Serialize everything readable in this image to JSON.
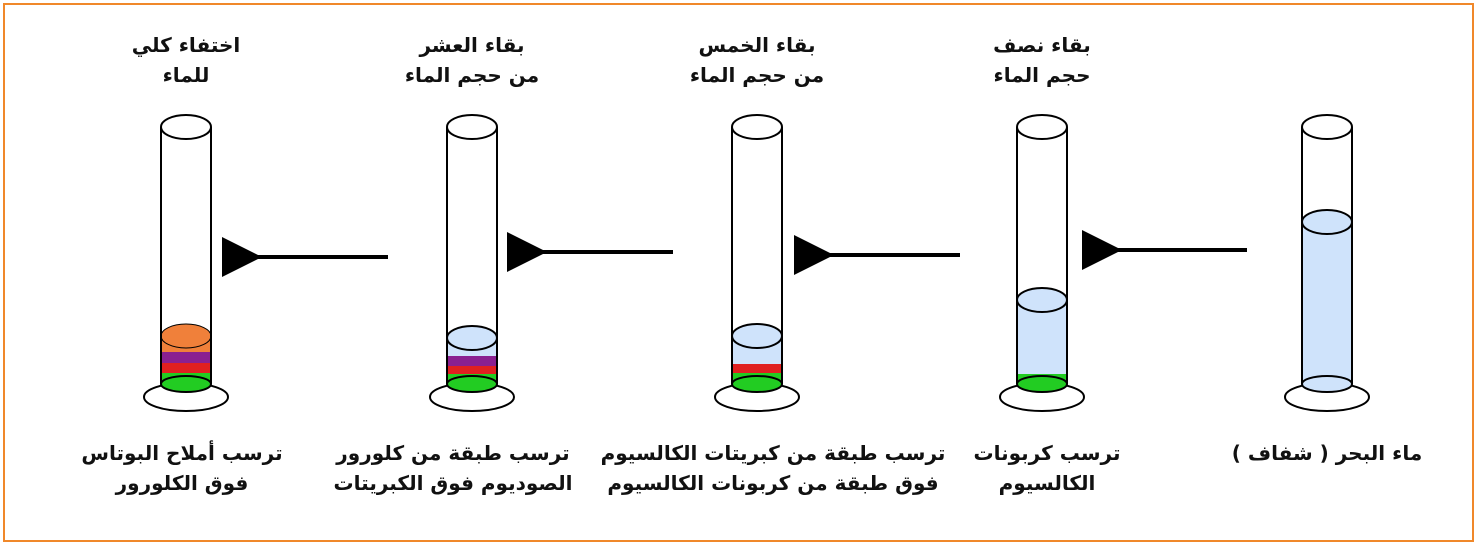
{
  "stages": [
    {
      "top": [],
      "bottom": [
        "ماء البحر ( شفاف )"
      ]
    },
    {
      "top": [
        "بقاء نصف",
        "حجم الماء"
      ],
      "bottom": [
        "ترسب كربونات",
        "الكالسيوم"
      ]
    },
    {
      "top": [
        "بقاء الخمس",
        "من حجم الماء"
      ],
      "bottom": [
        "ترسب طبقة من كبريتات الكالسيوم",
        "فوق طبقة من كربونات الكالسيوم"
      ]
    },
    {
      "top": [
        "بقاء العشر",
        "من حجم الماء"
      ],
      "bottom": [
        "ترسب طبقة من كلورور",
        "الصوديوم فوق الكبريتات"
      ]
    },
    {
      "top": [
        "اختفاء كلي",
        "للماء"
      ],
      "bottom": [
        "ترسب أملاح البوتاس",
        "فوق الكلورور"
      ]
    }
  ],
  "colors": {
    "frame": "#f0882a",
    "water": "#cfe3fb",
    "calcium_carbonate": "#22cc22",
    "calcium_sulfate": "#e02020",
    "sodium_chloride": "#8a2090",
    "potash_salts": "#f0803a"
  },
  "icons": {
    "arrow": "left-arrow-icon"
  }
}
